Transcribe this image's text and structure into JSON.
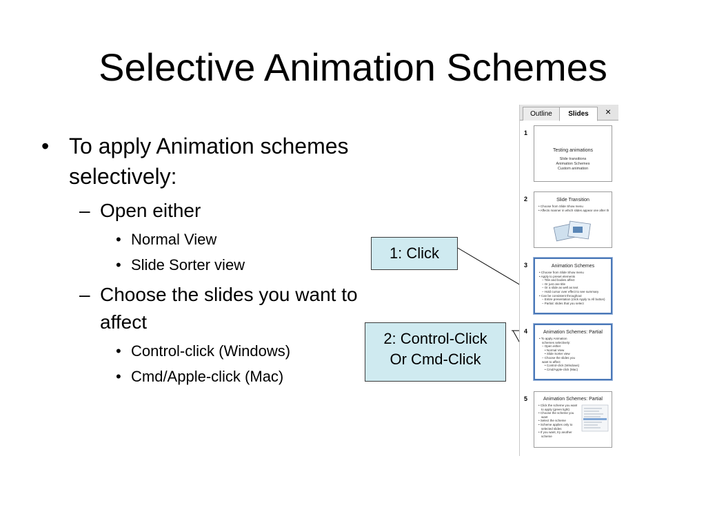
{
  "title": "Selective Animation Schemes",
  "bullets": {
    "b1": "To apply Animation schemes selectively:",
    "b1_1": "Open either",
    "b1_1_1": "Normal View",
    "b1_1_2": "Slide Sorter view",
    "b1_2": "Choose the slides you want to affect",
    "b1_2_1": "Control-click (Windows)",
    "b1_2_2": "Cmd/Apple-click (Mac)"
  },
  "markers": {
    "level1": "•",
    "level2": "–",
    "level3": "•"
  },
  "callouts": {
    "click": "1: Click",
    "control_line1": "2: Control-Click",
    "control_line2": "Or Cmd-Click"
  },
  "colors": {
    "callout_fill": "#cfeaf0",
    "selection_border": "#4a78b8"
  },
  "panel": {
    "tab_outline": "Outline",
    "tab_slides": "Slides",
    "close_icon": "×",
    "slides": [
      {
        "num": "1",
        "title": "Testing animations",
        "lines": [
          "Slide transitions",
          "Animation Schemes",
          "Custom animation"
        ]
      },
      {
        "num": "2",
        "title": "Slide Transition",
        "lines": [
          "• Choose from Slide Show menu",
          "• Affects manner in which slides appear one after the other"
        ]
      },
      {
        "num": "3",
        "title": "Animation Schemes",
        "lines": [
          "• Choose from Slide Show menu",
          "• Apply to preset elements",
          "– Title and bodies affect",
          "– Or just one title",
          "– Or a slide as well as text",
          "– Hold cursor over effect to see summary",
          "• Can be consistent throughout",
          "– Entire presentation (click Apply to All button)",
          "– Partial: slides that you select"
        ]
      },
      {
        "num": "4",
        "title": "Animation Schemes: Partial",
        "lines": [
          "• To apply Animation",
          "schemes selectively:",
          "– Open either",
          "• Normal View",
          "• Slide Sorter view",
          "– Choose the slides you",
          "want to affect",
          "• Control-click (Windows)",
          "• Cmd/Apple-click (Mac)"
        ]
      },
      {
        "num": "5",
        "title": "Animation Schemes: Partial",
        "lines": [
          "• Click the scheme you want",
          "to apply (green light)",
          "• Choose the scheme you",
          "want",
          "• Select the scheme",
          "• Scheme applies only to",
          "selected slides",
          "• If you want, try another",
          "scheme"
        ]
      }
    ]
  }
}
